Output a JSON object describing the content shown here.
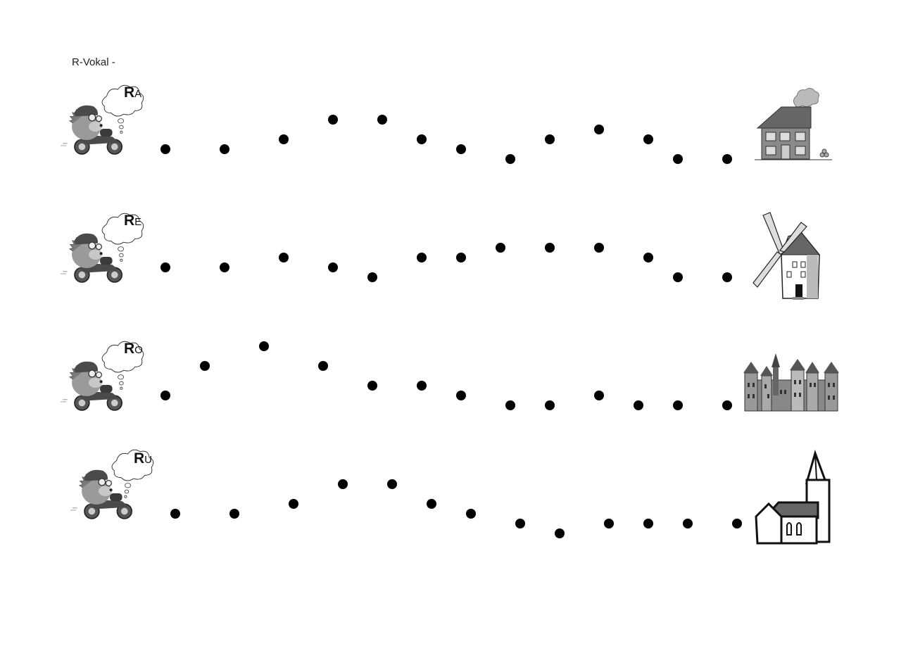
{
  "title": "R-Vokal -",
  "rows": [
    {
      "consonant": "R",
      "vowel": "A",
      "destination_icon": "house-icon"
    },
    {
      "consonant": "R",
      "vowel": "E",
      "destination_icon": "windmill-icon"
    },
    {
      "consonant": "R",
      "vowel": "O",
      "destination_icon": "castle-icon"
    },
    {
      "consonant": "R",
      "vowel": "U",
      "destination_icon": "church-icon"
    }
  ],
  "rider_icon": "hedgehog-motorcycle-icon"
}
